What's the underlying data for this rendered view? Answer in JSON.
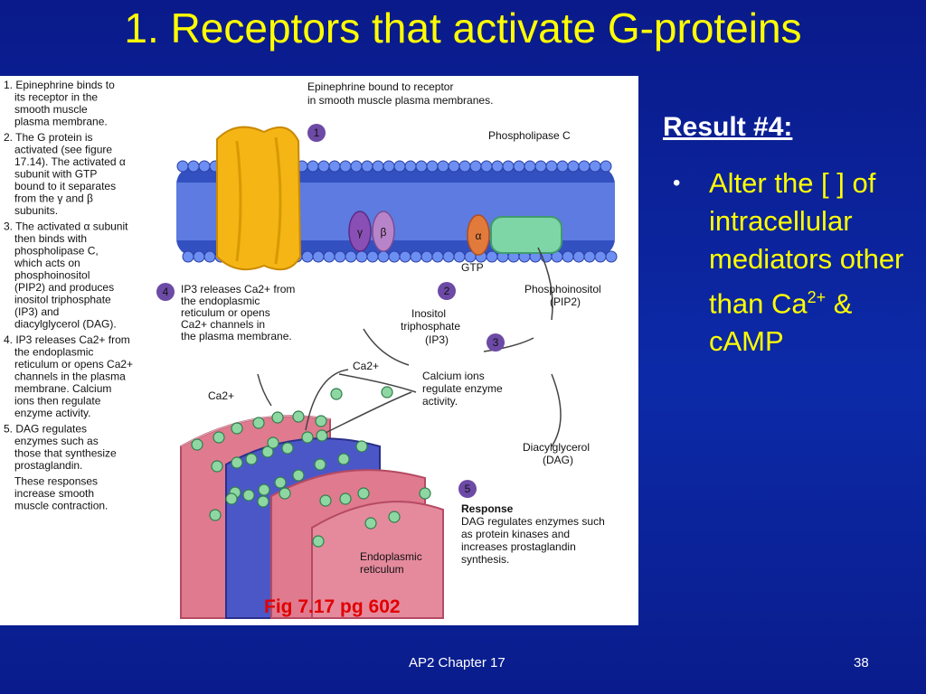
{
  "slide": {
    "title": "1. Receptors that activate G-proteins",
    "result_heading": "Result #4:",
    "bullet_prefix": "Alter the [ ] of intracellular mediators other than Ca",
    "bullet_sup": "2+",
    "bullet_suffix": " & cAMP",
    "footer_left": "AP2 Chapter 17",
    "footer_right": "38",
    "fig_caption": "Fig 7.17 pg 602"
  },
  "figure": {
    "steps": [
      {
        "n": "1.",
        "lines": [
          "Epinephrine binds to",
          "its receptor in the",
          "smooth muscle",
          "plasma membrane."
        ]
      },
      {
        "n": "2.",
        "lines": [
          "The G protein is",
          "activated (see figure",
          "17.14). The activated α",
          "subunit with GTP",
          "bound to it separates",
          "from the γ and β",
          "subunits."
        ]
      },
      {
        "n": "3.",
        "lines": [
          "The activated α subunit",
          "then binds with",
          "phospholipase C,",
          "which acts on",
          "phosphoinositol",
          "(PIP2) and produces",
          "inositol triphosphate",
          "(IP3) and",
          "diacylglycerol (DAG)."
        ]
      },
      {
        "n": "4.",
        "lines": [
          "IP3 releases Ca2+ from",
          "the endoplasmic",
          "reticulum or opens Ca2+",
          "channels in the plasma",
          "membrane. Calcium",
          "ions then regulate",
          "enzyme activity."
        ]
      },
      {
        "n": "5.",
        "lines": [
          "DAG regulates",
          "enzymes such as",
          "those that synthesize",
          "prostaglandin."
        ]
      },
      {
        "n": "",
        "lines": [
          "These responses",
          "increase smooth",
          "muscle contraction."
        ]
      }
    ],
    "labels": {
      "receptor_note_1": "Epinephrine bound to receptor",
      "receptor_note_2": "in smooth muscle plasma membranes.",
      "phospholipase": "Phospholipase C",
      "gamma": "γ",
      "beta": "β",
      "alpha": "α",
      "gtp": "GTP",
      "pip_1": "Phosphoinositol",
      "pip_2": "(PIP2)",
      "ip3_1": "Inositol",
      "ip3_2": "triphosphate",
      "ip3_3": "(IP3)",
      "ip3_note_1": "IP3 releases Ca2+ from",
      "ip3_note_2": "the endoplasmic",
      "ip3_note_3": "reticulum or opens",
      "ip3_note_4": "Ca2+ channels in",
      "ip3_note_5": "the plasma membrane.",
      "ca_top": "Ca2+",
      "ca_left": "Ca2+",
      "calcium_1": "Calcium ions",
      "calcium_2": "regulate enzyme",
      "calcium_3": "activity.",
      "dag_1": "Diacylglycerol",
      "dag_2": "(DAG)",
      "response_head": "Response",
      "response_1": "DAG regulates enzymes such",
      "response_2": "as protein kinases and",
      "response_3": "increases prostaglandin",
      "response_4": "synthesis.",
      "er_1": "Endoplasmic",
      "er_2": "reticulum",
      "num1": "1",
      "num2": "2",
      "num3": "3",
      "num4": "4",
      "num5": "5"
    }
  }
}
